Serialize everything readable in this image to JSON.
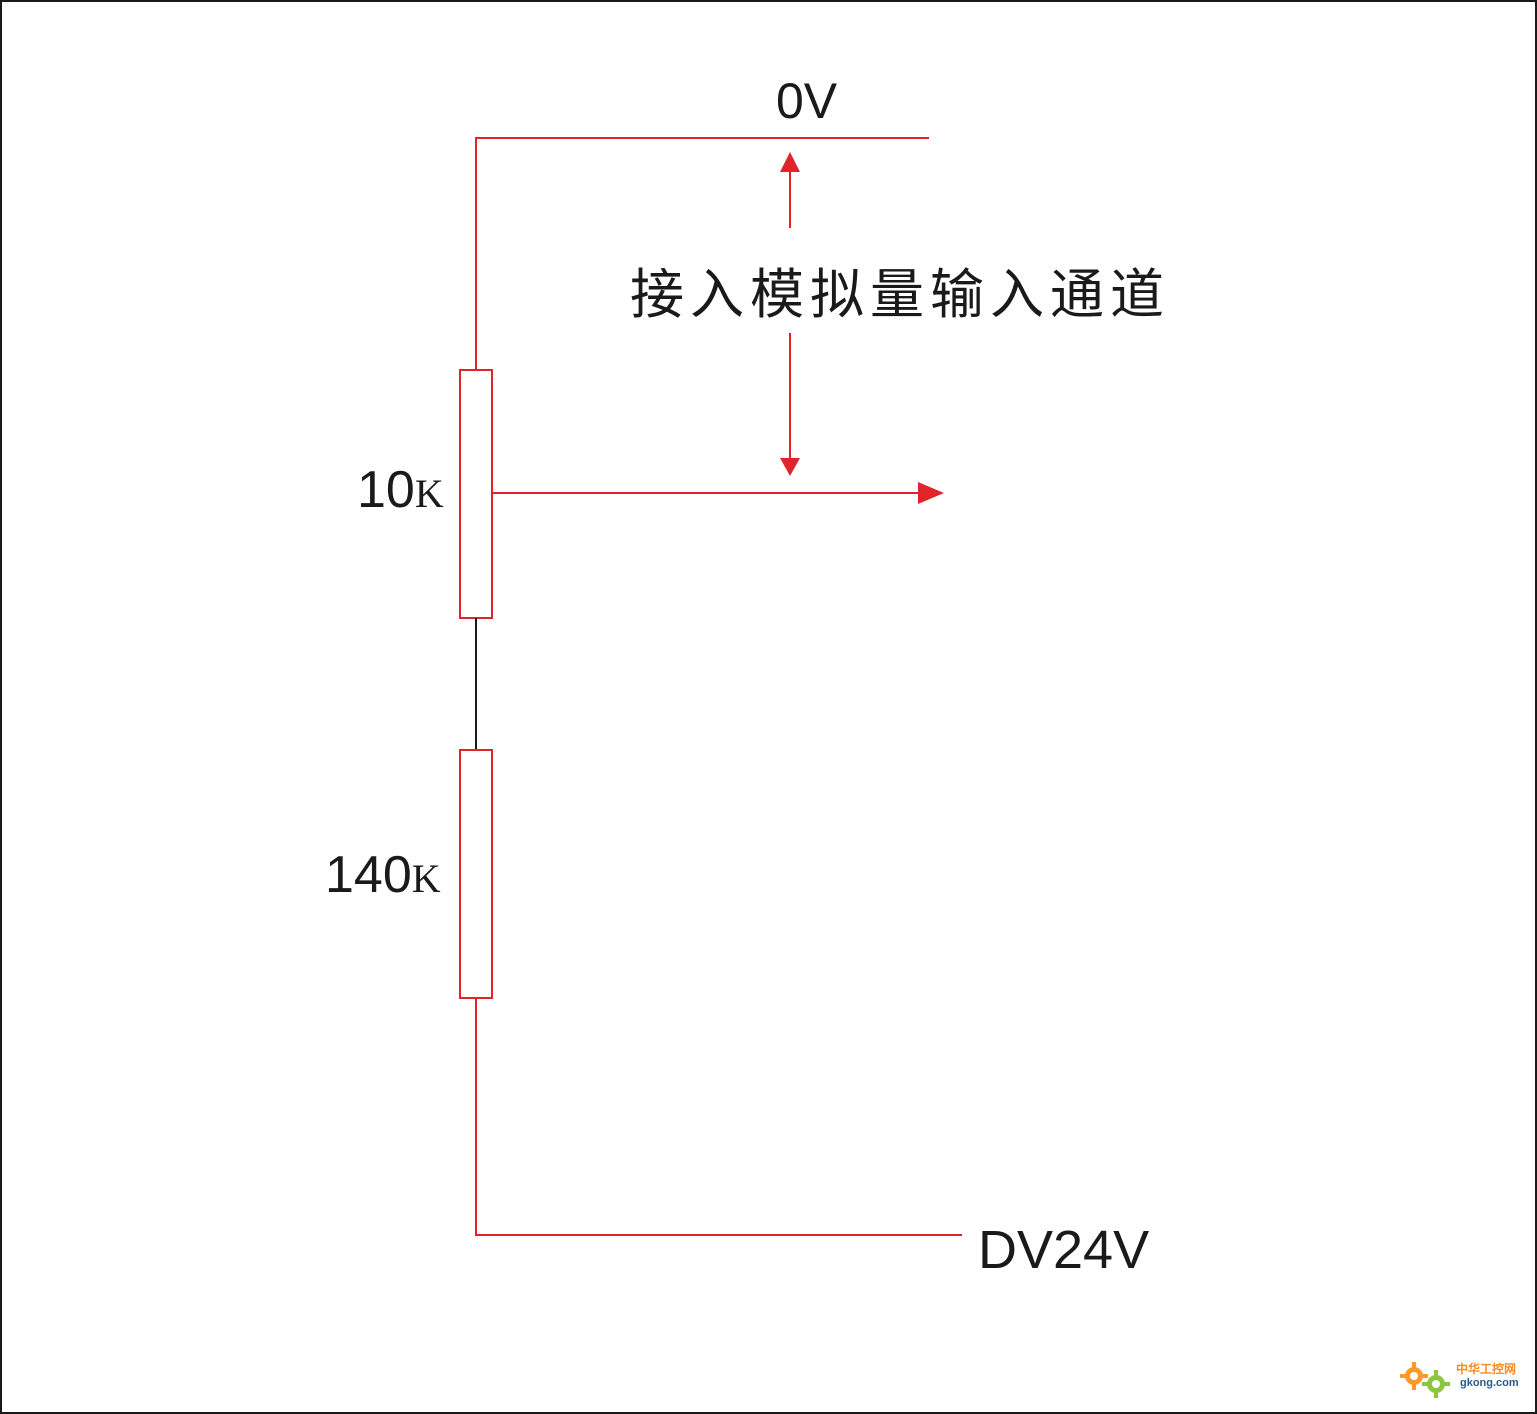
{
  "diagram": {
    "labels": {
      "top_voltage": "0V",
      "resistor_top": "10",
      "resistor_top_unit": "K",
      "resistor_bottom": "140",
      "resistor_bottom_unit": "K",
      "bottom_voltage": "DV24V",
      "note": "接入模拟量输入通道"
    },
    "colors": {
      "wire": "#e0242a",
      "link": "#1a1a1a",
      "text": "#1a1a1a"
    }
  },
  "watermark": {
    "cn": "中华工控网",
    "en": "gkong.com",
    "icon": "gear-icon"
  }
}
